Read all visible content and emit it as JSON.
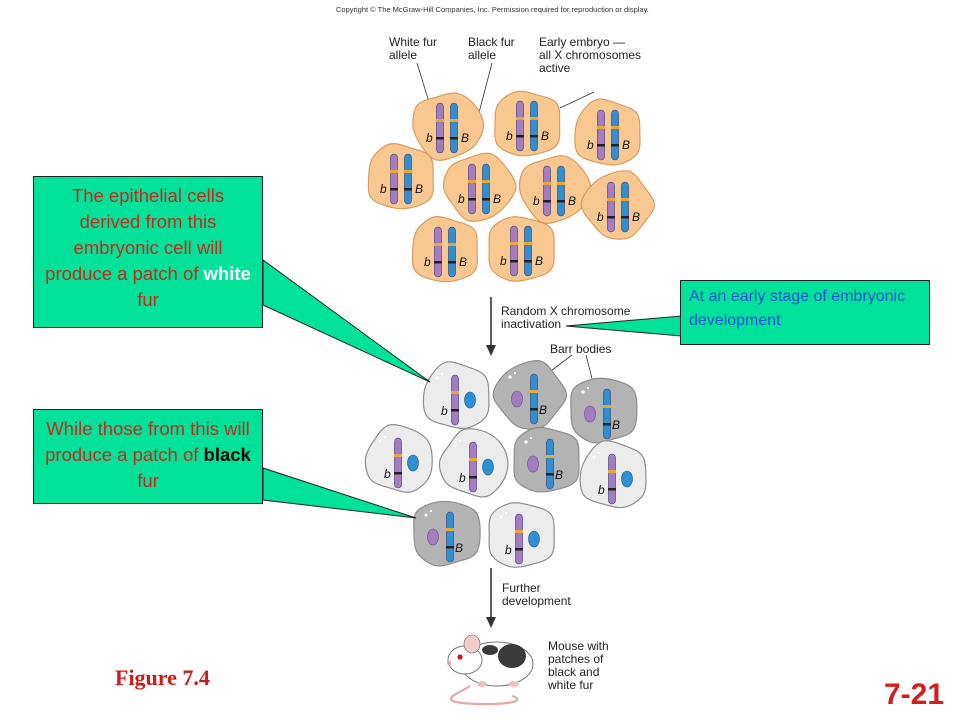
{
  "copyright": "Copyright © The McGraw-Hill Companies, Inc. Permission required for reproduction or display.",
  "labels": {
    "white_allele": "White fur\nallele",
    "black_allele": "Black fur\nallele",
    "early_embryo": "Early embryo —\nall X chromosomes\nactive",
    "random_x": "Random X chromosome\ninactivation",
    "barr_bodies": "Barr bodies",
    "further": "Further\ndevelopment",
    "mouse": "Mouse with\npatches of\nblack and\nwhite fur"
  },
  "callouts": {
    "white": {
      "text": "The epithelial cells derived from this embryonic cell will produce a patch of",
      "highlight": "white",
      "suffix": "fur"
    },
    "black": {
      "text": "While those from this will produce a patch of",
      "highlight": "black",
      "suffix": "fur"
    },
    "early": "At an early stage of embryonic development"
  },
  "allele_letters": {
    "white": "b",
    "black": "B"
  },
  "figure_label": "Figure 7.4",
  "page_number": "7-21",
  "colors": {
    "embryo_cell": "#f9c890",
    "white_cell": "#ececec",
    "dark_cell": "#b3b3b3",
    "purple_chromosome": "#a47cc4",
    "blue_chromosome": "#2f8fd3",
    "callout_bg": "#00e29a",
    "callout_text": "#c8291a",
    "accent_red": "#cc1a1a"
  }
}
